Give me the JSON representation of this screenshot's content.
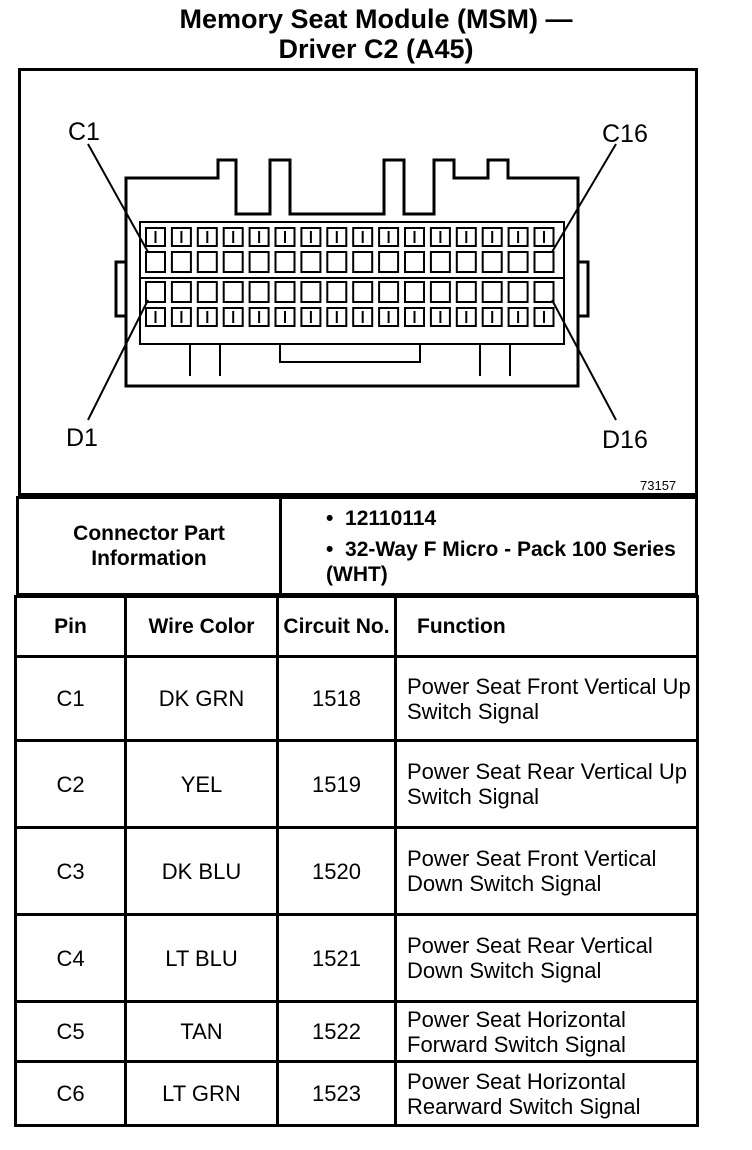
{
  "title": {
    "line1": "Memory Seat Module (MSM) —",
    "line2": "Driver C2 (A45)"
  },
  "diagram": {
    "labels": {
      "top_left": "C1",
      "top_right": "C16",
      "bottom_left": "D1",
      "bottom_right": "D16"
    },
    "figure_number": "73157",
    "pins_per_row": 16,
    "rows": 2
  },
  "connector_info": {
    "label": "Connector Part Information",
    "bullet": "•",
    "items": [
      "12110114",
      "32-Way F Micro - Pack 100 Series (WHT)"
    ]
  },
  "pin_table": {
    "headers": [
      "Pin",
      "Wire Color",
      "Circuit No.",
      "Function"
    ],
    "rows": [
      {
        "pin": "C1",
        "wire": "DK GRN",
        "circuit": "1518",
        "function": "Power Seat Front Vertical Up Switch Signal"
      },
      {
        "pin": "C2",
        "wire": "YEL",
        "circuit": "1519",
        "function": "Power Seat Rear Vertical Up Switch Signal"
      },
      {
        "pin": "C3",
        "wire": "DK BLU",
        "circuit": "1520",
        "function": "Power Seat Front Vertical Down Switch Signal"
      },
      {
        "pin": "C4",
        "wire": "LT BLU",
        "circuit": "1521",
        "function": "Power Seat Rear Vertical Down Switch Signal"
      },
      {
        "pin": "C5",
        "wire": "TAN",
        "circuit": "1522",
        "function": "Power Seat Horizontal Forward Switch Signal"
      },
      {
        "pin": "C6",
        "wire": "LT GRN",
        "circuit": "1523",
        "function": "Power Seat Horizontal Rearward Switch Signal"
      }
    ]
  }
}
